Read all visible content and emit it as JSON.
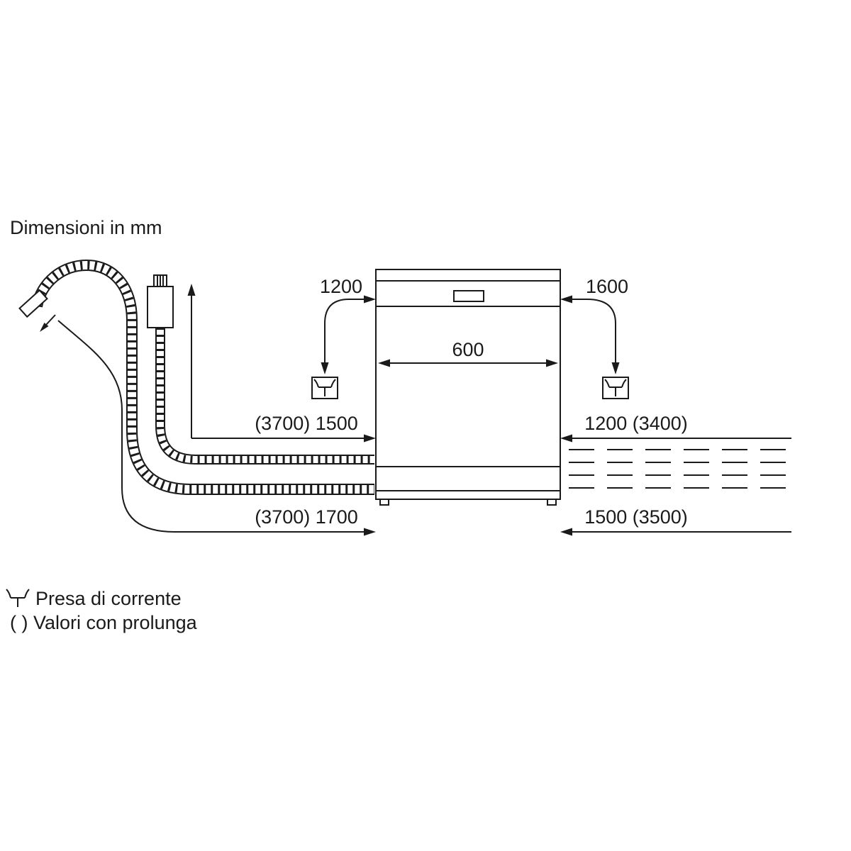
{
  "title": "Dimensioni in mm",
  "dimensions": {
    "socket_left": "1200",
    "socket_right": "1600",
    "appliance_width": "600",
    "hose_upper_left": "(3700) 1500",
    "hose_upper_right": "1200 (3400)",
    "hose_lower_left": "(3700) 1700",
    "hose_lower_right": "1500 (3500)"
  },
  "legend": {
    "socket_symbol_label": "Presa di corrente",
    "extension_note": "( ) Valori con prolunga"
  },
  "colors": {
    "line": "#1a1a1a",
    "background": "#ffffff"
  }
}
